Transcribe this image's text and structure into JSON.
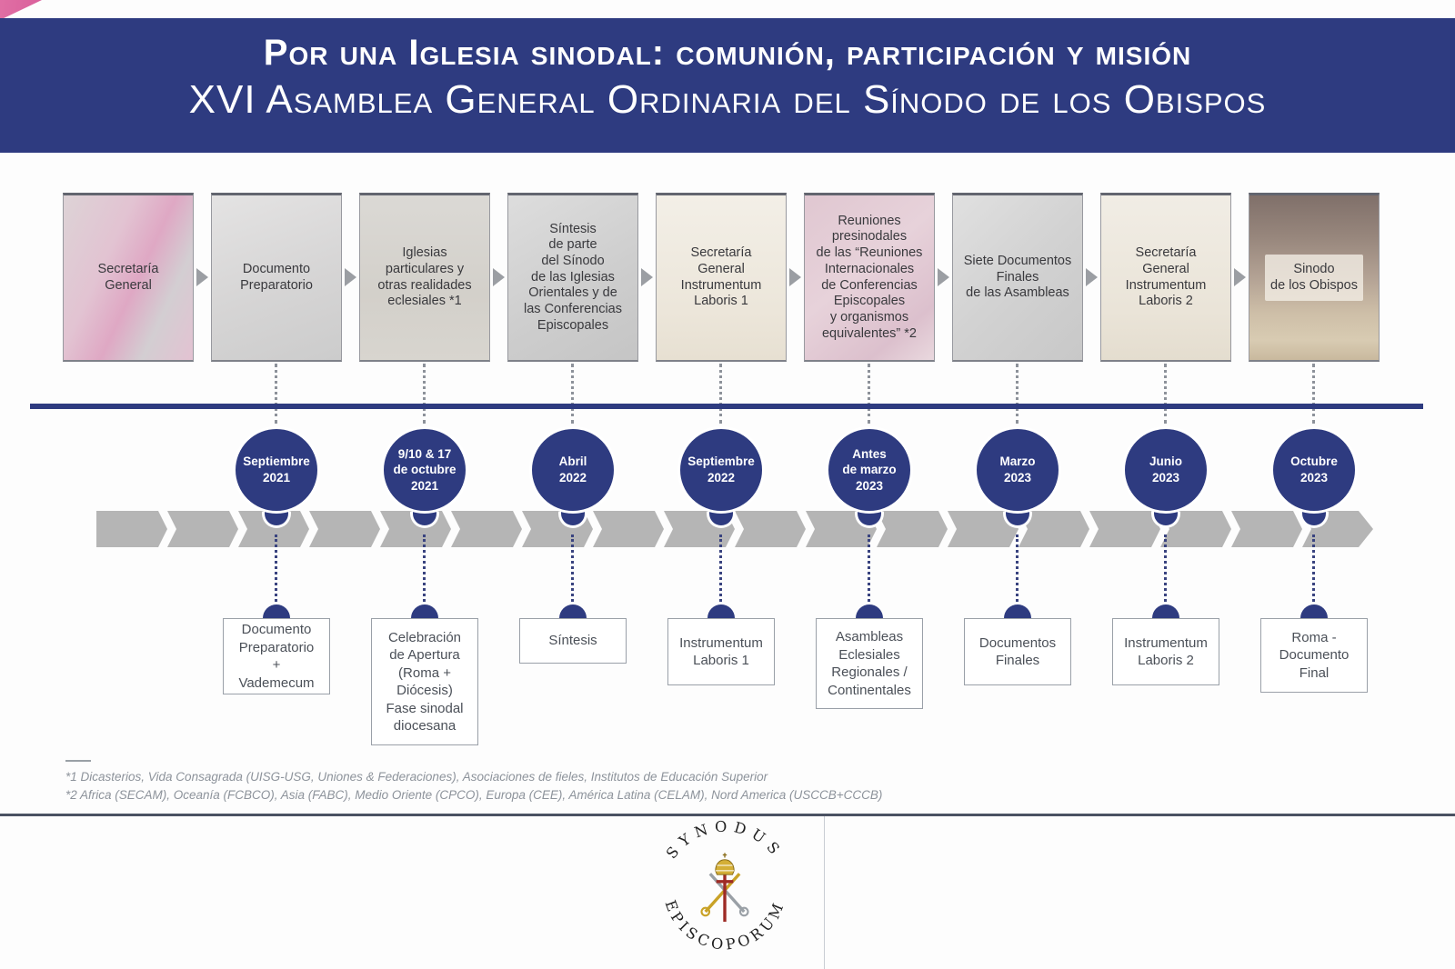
{
  "header": {
    "title_line1": "Por una Iglesia sinodal: comunión, participación y misión",
    "title_line2": "XVI Asamblea General Ordinaria del Sínodo de los Obispos"
  },
  "colors": {
    "navy": "#2e3b80",
    "band_gray": "#b5b5b5"
  },
  "flow_boxes": [
    {
      "label": "Secretaría\nGeneral"
    },
    {
      "label": "Documento\nPreparatorio"
    },
    {
      "label": "Iglesias\nparticulares y\notras realidades\neclesiales *1"
    },
    {
      "label": "Síntesis\nde parte\ndel Sínodo\nde las Iglesias\nOrientales y de\nlas Conferencias\nEpiscopales"
    },
    {
      "label": "Secretaría\nGeneral\nInstrumentum\nLaboris 1"
    },
    {
      "label": "Reuniones\npresinodales\nde las “Reuniones\nInternacionales\nde Conferencias\nEpiscopales\ny organismos\nequivalentes”  *2"
    },
    {
      "label": "Siete Documentos\nFinales\nde las Asambleas"
    },
    {
      "label": "Secretaría\nGeneral\nInstrumentum\nLaboris 2"
    },
    {
      "label": "Sinodo\nde los Obispos"
    }
  ],
  "timeline_dates": [
    {
      "label": "Septiembre\n2021"
    },
    {
      "label": "9/10 & 17\nde octubre\n2021"
    },
    {
      "label": "Abril\n2022"
    },
    {
      "label": "Septiembre\n2022"
    },
    {
      "label": "Antes\nde marzo\n2023"
    },
    {
      "label": "Marzo\n2023"
    },
    {
      "label": "Junio\n2023"
    },
    {
      "label": "Octubre\n2023"
    }
  ],
  "milestones": [
    {
      "label": "Documento\nPreparatorio\n+\nVademecum"
    },
    {
      "label": "Celebración\nde Apertura\n(Roma +\nDiócesis)\nFase sinodal\ndiocesana"
    },
    {
      "label": "Síntesis"
    },
    {
      "label": "Instrumentum\nLaboris 1"
    },
    {
      "label": "Asambleas\nEclesiales\nRegionales /\nContinentales"
    },
    {
      "label": "Documentos\nFinales"
    },
    {
      "label": "Instrumentum\nLaboris 2"
    },
    {
      "label": "Roma -\nDocumento\nFinal"
    }
  ],
  "footnotes": {
    "line1": "*1 Dicasterios, Vida Consagrada (UISG-USG, Uniones & Federaciones), Asociaciones de fieles, Institutos de Educación Superior",
    "line2": "*2 Africa (SECAM), Oceanía (FCBCO), Asia (FABC), Medio Oriente (CPCO), Europa (CEE), América Latina (CELAM), Nord America (USCCB+CCCB)"
  },
  "logo": {
    "top_text": "SYNODUS",
    "bottom_text": "EPISCOPORUM"
  }
}
